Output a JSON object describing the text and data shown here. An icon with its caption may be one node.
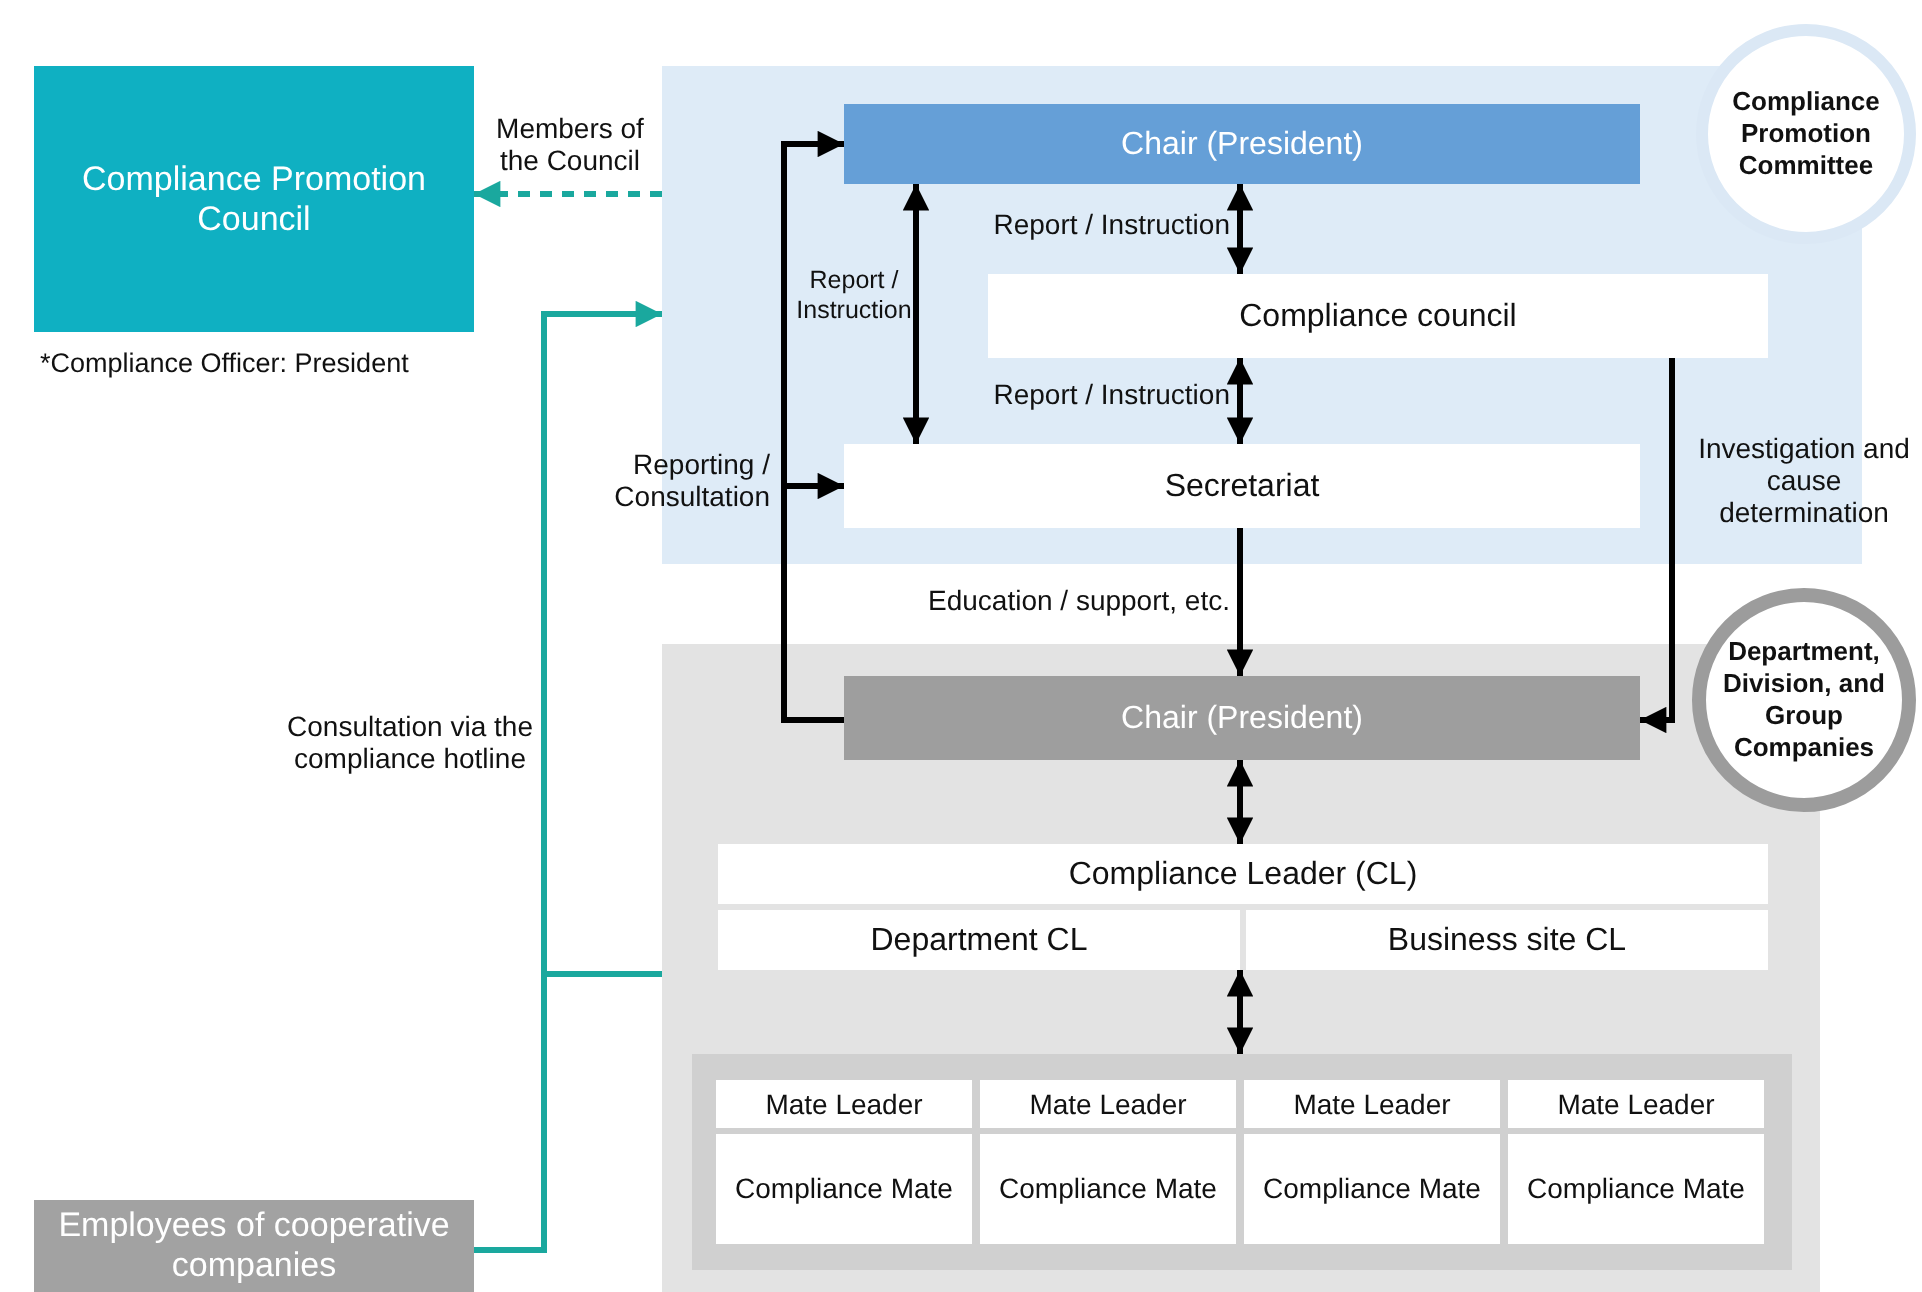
{
  "diagram": {
    "nodes": [
      {
        "text": [
          "Compliance Promotion Council"
        ],
        "beside": [
          "*Compliance Officer: President"
        ]
      },
      {
        "text": [],
        "shape": "box"
      },
      {
        "text": [
          "Compliance Promotion Committee"
        ]
      },
      {
        "text": [
          "Chair (President)"
        ],
        "in": 1
      },
      {
        "text": [
          "Compliance council"
        ],
        "in": 1
      },
      {
        "text": [
          "Secretariat"
        ],
        "in": 1
      },
      {
        "text": [],
        "shape": "box"
      },
      {
        "text": [
          "Department, Division, and Group Companies"
        ]
      },
      {
        "text": [
          "Chair (President)"
        ],
        "in": 6
      },
      {
        "text": [
          "Compliance Leader (CL)"
        ],
        "in": 6
      },
      {
        "text": [
          "Department CL"
        ],
        "in": 6
      },
      {
        "text": [
          "Business site CL"
        ],
        "in": 6
      },
      {
        "text": [],
        "shape": "box",
        "in": 6
      },
      {
        "text": [
          "Mate Leader"
        ],
        "in": 12
      },
      {
        "text": [
          "Mate Leader"
        ],
        "in": 12
      },
      {
        "text": [
          "Mate Leader"
        ],
        "in": 12
      },
      {
        "text": [
          "Mate Leader"
        ],
        "in": 12
      },
      {
        "text": [
          "Compliance Mate"
        ],
        "in": 12
      },
      {
        "text": [
          "Compliance Mate"
        ],
        "in": 12
      },
      {
        "text": [
          "Compliance Mate"
        ],
        "in": 12
      },
      {
        "text": [
          "Compliance Mate"
        ],
        "in": 12
      },
      {
        "text": [
          "Employees of cooperative companies"
        ]
      }
    ],
    "edges": [
      {
        "from": 1,
        "to": 0,
        "arrow": "to",
        "label": "Members of the Council",
        "style": "dashed",
        "color": "#1aa89e"
      },
      {
        "from": 21,
        "to": 1,
        "arrow": "to",
        "label": "Consultation via the compliance hotline",
        "color": "#1aa89e"
      },
      {
        "from": 21,
        "to": 6,
        "arrow": "none",
        "color": "#1aa89e"
      },
      {
        "from": 8,
        "to": 3,
        "arrow": "to"
      },
      {
        "from": 8,
        "to": 5,
        "arrow": "to",
        "label": "Reporting / Consultation"
      },
      {
        "from": 3,
        "to": 5,
        "arrow": "both",
        "label": "Report / Instruction"
      },
      {
        "from": 3,
        "to": 4,
        "arrow": "both",
        "label": "Report / Instruction"
      },
      {
        "from": 4,
        "to": 5,
        "arrow": "both",
        "label": "Report / Instruction"
      },
      {
        "from": 5,
        "to": 8,
        "arrow": "to",
        "label": "Education / support, etc."
      },
      {
        "from": 4,
        "to": 8,
        "arrow": "to",
        "label": "Investigation and cause determination"
      },
      {
        "from": 8,
        "to": 9,
        "arrow": "both"
      },
      {
        "from": 10,
        "to": 12,
        "arrow": "both"
      },
      {
        "from": 11,
        "to": 12,
        "arrow": "both"
      }
    ]
  }
}
